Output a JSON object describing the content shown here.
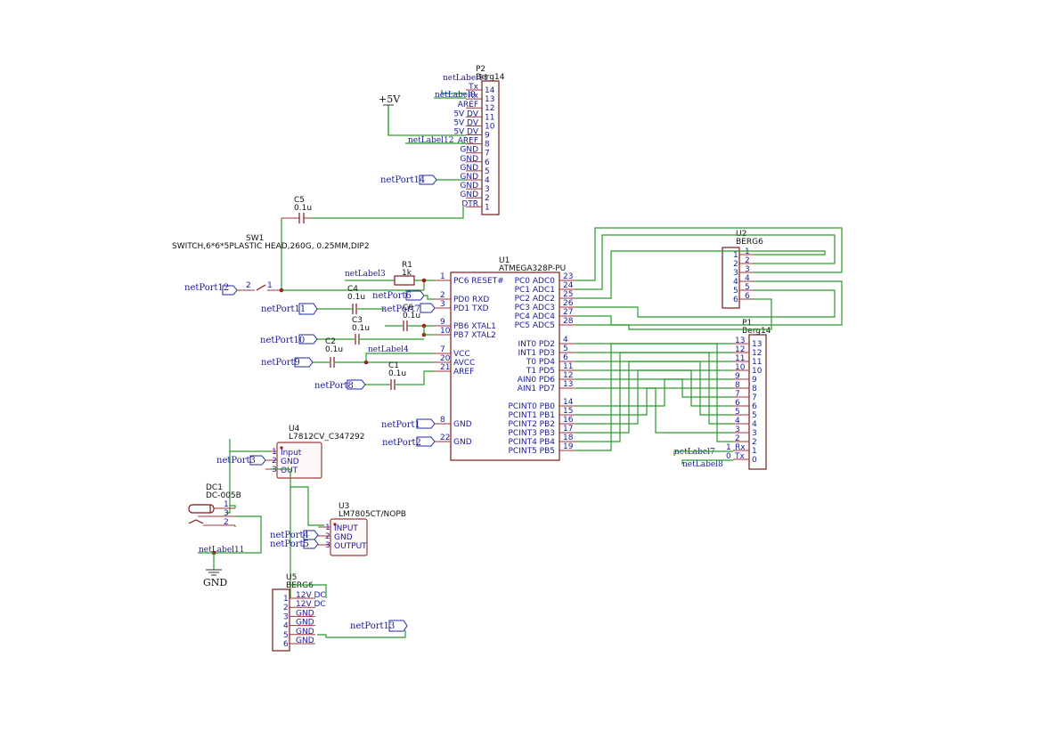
{
  "P2": {
    "ref": "P2",
    "value": "Berg14",
    "pins": [
      {
        "num": "14",
        "name": "Tx"
      },
      {
        "num": "13",
        "name": "Rx"
      },
      {
        "num": "12",
        "name": "AREF"
      },
      {
        "num": "11",
        "name": "5V DV"
      },
      {
        "num": "10",
        "name": "5V DV"
      },
      {
        "num": "9",
        "name": "5V DV"
      },
      {
        "num": "8",
        "name": "AREF"
      },
      {
        "num": "7",
        "name": "GND"
      },
      {
        "num": "6",
        "name": "GND"
      },
      {
        "num": "5",
        "name": "GND"
      },
      {
        "num": "4",
        "name": "GND"
      },
      {
        "num": "3",
        "name": "GND"
      },
      {
        "num": "2",
        "name": "GND"
      },
      {
        "num": "1",
        "name": "DTR"
      }
    ]
  },
  "P1": {
    "ref": "P1",
    "value": "Berg14",
    "pins": [
      "13",
      "12",
      "11",
      "10",
      "9",
      "8",
      "7",
      "6",
      "5",
      "4",
      "3",
      "2",
      "1",
      "0"
    ],
    "outer": [
      {
        "num": "13"
      },
      {
        "num": "12"
      },
      {
        "num": "11"
      },
      {
        "num": "10"
      },
      {
        "num": "9"
      },
      {
        "num": "8"
      },
      {
        "num": "7"
      },
      {
        "num": "6"
      },
      {
        "num": "5"
      },
      {
        "num": "4"
      },
      {
        "num": "3"
      },
      {
        "num": "2"
      },
      {
        "num": "1",
        "name": "Rx"
      },
      {
        "num": "0",
        "name": "Tx"
      }
    ]
  },
  "U2": {
    "ref": "U2",
    "value": "BERG6",
    "pins": [
      "1",
      "2",
      "3",
      "4",
      "5",
      "6"
    ]
  },
  "U5": {
    "ref": "U5",
    "value": "BERG6",
    "pins": [
      {
        "num": "1",
        "name": "12V DC"
      },
      {
        "num": "2",
        "name": "12V DC"
      },
      {
        "num": "3",
        "name": "GND"
      },
      {
        "num": "4",
        "name": "GND"
      },
      {
        "num": "5",
        "name": "GND"
      },
      {
        "num": "6",
        "name": "GND"
      }
    ]
  },
  "U1": {
    "ref": "U1",
    "value": "ATMEGA328P-PU",
    "left": [
      {
        "num": "1",
        "name": "PC6 RESET#"
      },
      {
        "num": "2",
        "name": "PD0 RXD"
      },
      {
        "num": "3",
        "name": "PD1 TXD"
      },
      {
        "num": "9",
        "name": "PB6 XTAL1"
      },
      {
        "num": "10",
        "name": "PB7 XTAL2"
      },
      {
        "num": "7",
        "name": "VCC"
      },
      {
        "num": "20",
        "name": "AVCC"
      },
      {
        "num": "21",
        "name": "AREF"
      },
      {
        "num": "8",
        "name": "GND"
      },
      {
        "num": "22",
        "name": "GND"
      }
    ],
    "right": [
      {
        "num": "23",
        "name": "PC0 ADC0"
      },
      {
        "num": "24",
        "name": "PC1 ADC1"
      },
      {
        "num": "25",
        "name": "PC2 ADC2"
      },
      {
        "num": "26",
        "name": "PC3 ADC3"
      },
      {
        "num": "27",
        "name": "PC4 ADC4"
      },
      {
        "num": "28",
        "name": "PC5 ADC5"
      },
      {
        "num": "4",
        "name": "INT0 PD2"
      },
      {
        "num": "5",
        "name": "INT1 PD3"
      },
      {
        "num": "6",
        "name": "T0 PD4"
      },
      {
        "num": "11",
        "name": "T1 PD5"
      },
      {
        "num": "12",
        "name": "AIN0 PD6"
      },
      {
        "num": "13",
        "name": "AIN1 PD7"
      },
      {
        "num": "14",
        "name": "PCINT0 PB0"
      },
      {
        "num": "15",
        "name": "PCINT1 PB1"
      },
      {
        "num": "16",
        "name": "PCINT2 PB2"
      },
      {
        "num": "17",
        "name": "PCINT3 PB3"
      },
      {
        "num": "18",
        "name": "PCINT4 PB4"
      },
      {
        "num": "19",
        "name": "PCINT5 PB5"
      }
    ]
  },
  "U4": {
    "ref": "U4",
    "value": "L7812CV_C347292",
    "pins": [
      {
        "num": "1",
        "name": "Input"
      },
      {
        "num": "2",
        "name": "GND"
      },
      {
        "num": "3",
        "name": "OUT"
      }
    ]
  },
  "U3": {
    "ref": "U3",
    "value": "LM7805CT/NOPB",
    "pins": [
      {
        "num": "1",
        "name": "INPUT"
      },
      {
        "num": "2",
        "name": "GND"
      },
      {
        "num": "3",
        "name": "OUTPUT"
      }
    ]
  },
  "DC1": {
    "ref": "DC1",
    "value": "DC-005B",
    "pins": [
      "1",
      "3",
      "2"
    ]
  },
  "SW1": {
    "ref": "SW1",
    "value": "SWITCH,6*6*5PLASTIC HEAD,260G, 0.25MM,DIP2",
    "pins": [
      "2",
      "1"
    ]
  },
  "R1": {
    "ref": "R1",
    "value": "1k"
  },
  "C5": {
    "ref": "C5",
    "value": "0.1u"
  },
  "C4": {
    "ref": "C4",
    "value": "0.1u"
  },
  "C3": {
    "ref": "C3",
    "value": "0.1u"
  },
  "C6": {
    "ref": "C6",
    "value": "0.1u"
  },
  "C2": {
    "ref": "C2",
    "value": "0.1u"
  },
  "C1": {
    "ref": "C1",
    "value": "0.1u"
  },
  "power": {
    "vcc": "+5V",
    "gnd": "GND"
  },
  "netLabels": {
    "l11": "netLabel11",
    "l9": "netLabel9",
    "l12": "netLabel12",
    "l3": "netLabel3",
    "l4": "netLabel4",
    "l7": "netLabel7",
    "l8": "netLabel8",
    "l11b": "netLabel11"
  },
  "netPorts": {
    "p14": "netPort14",
    "p12": "netPort12",
    "p6": "netPort6",
    "p11": "netPort11",
    "p7": "netPort7",
    "p10": "netPort10",
    "p9": "netPort9",
    "p8": "netPort8",
    "p1": "netPort1",
    "p2": "netPort2",
    "p3": "netPort3",
    "p4": "netPort4",
    "p5": "netPort5",
    "p13": "netPort13"
  },
  "colors": {
    "wire": "#2a9a2a",
    "pin": "#a0323a",
    "label": "#1a1a9a",
    "junction": "#b01010"
  }
}
